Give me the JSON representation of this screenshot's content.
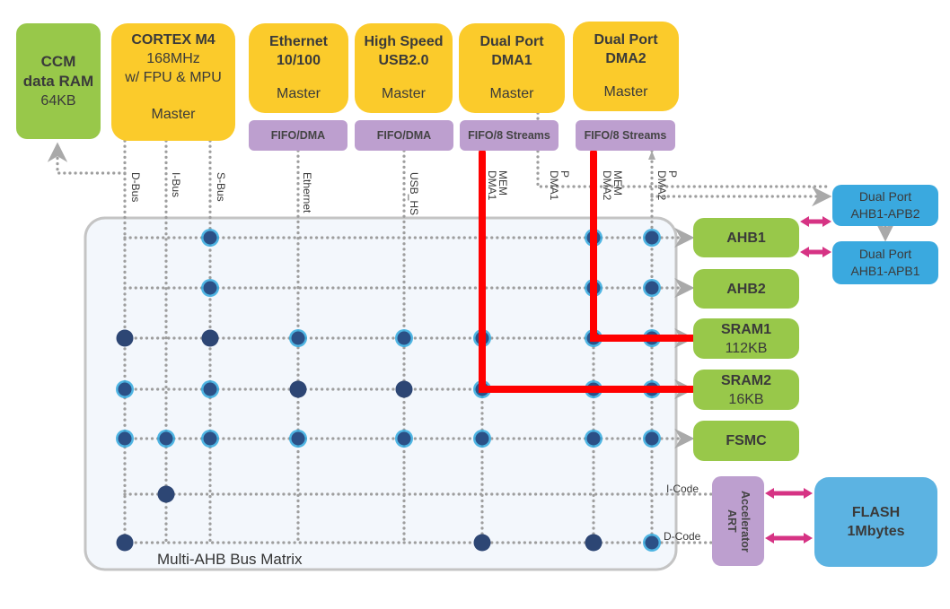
{
  "masters": {
    "ccm": {
      "line1": "CCM",
      "line2": "data RAM",
      "line3": "64KB"
    },
    "cortex": {
      "title": "CORTEX M4",
      "line2": "168MHz",
      "line3": "w/ FPU & MPU",
      "role": "Master"
    },
    "ethernet": {
      "title1": "Ethernet",
      "title2": "10/100",
      "role": "Master",
      "fifo": "FIFO/DMA"
    },
    "usb": {
      "title1": "High Speed",
      "title2": "USB2.0",
      "role": "Master",
      "fifo": "FIFO/DMA"
    },
    "dma1": {
      "title1": "Dual Port",
      "title2": "DMA1",
      "role": "Master",
      "fifo": "FIFO/8 Streams"
    },
    "dma2": {
      "title1": "Dual Port",
      "title2": "DMA2",
      "role": "Master",
      "fifo": "FIFO/8 Streams"
    }
  },
  "bus_labels": {
    "dbus": "D-Bus",
    "ibus": "I-Bus",
    "sbus": "S-Bus",
    "ethernet": "Ethernet",
    "usb_hs": "USB_HS",
    "mem_dma1": "MEM\nDMA1",
    "p_dma1": "P\nDMA1",
    "mem_dma2": "MEM\nDMA2",
    "p_dma2": "P\nDMA2",
    "icode": "I-Code",
    "dcode": "D-Code"
  },
  "matrix": {
    "title": "Multi-AHB Bus Matrix",
    "columns": [
      "D-Bus",
      "I-Bus",
      "S-Bus",
      "Ethernet",
      "USB_HS",
      "MEM DMA1",
      "MEM DMA2",
      "P DMA2"
    ],
    "rows": [
      "AHB1",
      "AHB2",
      "SRAM1",
      "SRAM2",
      "FSMC",
      "I-Code",
      "D-Code"
    ],
    "connections": [
      {
        "row": "AHB1",
        "col": "S-Bus",
        "style": "halo"
      },
      {
        "row": "AHB1",
        "col": "MEM DMA2",
        "style": "halo"
      },
      {
        "row": "AHB1",
        "col": "P DMA2",
        "style": "halo"
      },
      {
        "row": "AHB2",
        "col": "S-Bus",
        "style": "halo"
      },
      {
        "row": "AHB2",
        "col": "MEM DMA2",
        "style": "halo"
      },
      {
        "row": "AHB2",
        "col": "P DMA2",
        "style": "halo"
      },
      {
        "row": "SRAM1",
        "col": "D-Bus",
        "style": "solid"
      },
      {
        "row": "SRAM1",
        "col": "S-Bus",
        "style": "solid"
      },
      {
        "row": "SRAM1",
        "col": "Ethernet",
        "style": "halo"
      },
      {
        "row": "SRAM1",
        "col": "USB_HS",
        "style": "halo"
      },
      {
        "row": "SRAM1",
        "col": "MEM DMA1",
        "style": "halo"
      },
      {
        "row": "SRAM1",
        "col": "MEM DMA2",
        "style": "halo"
      },
      {
        "row": "SRAM1",
        "col": "P DMA2",
        "style": "halo"
      },
      {
        "row": "SRAM2",
        "col": "D-Bus",
        "style": "halo"
      },
      {
        "row": "SRAM2",
        "col": "S-Bus",
        "style": "halo"
      },
      {
        "row": "SRAM2",
        "col": "Ethernet",
        "style": "solid"
      },
      {
        "row": "SRAM2",
        "col": "USB_HS",
        "style": "solid"
      },
      {
        "row": "SRAM2",
        "col": "MEM DMA1",
        "style": "halo"
      },
      {
        "row": "SRAM2",
        "col": "MEM DMA2",
        "style": "halo"
      },
      {
        "row": "SRAM2",
        "col": "P DMA2",
        "style": "halo"
      },
      {
        "row": "FSMC",
        "col": "D-Bus",
        "style": "halo"
      },
      {
        "row": "FSMC",
        "col": "I-Bus",
        "style": "halo"
      },
      {
        "row": "FSMC",
        "col": "S-Bus",
        "style": "halo"
      },
      {
        "row": "FSMC",
        "col": "Ethernet",
        "style": "halo"
      },
      {
        "row": "FSMC",
        "col": "USB_HS",
        "style": "halo"
      },
      {
        "row": "FSMC",
        "col": "MEM DMA1",
        "style": "halo"
      },
      {
        "row": "FSMC",
        "col": "MEM DMA2",
        "style": "halo"
      },
      {
        "row": "FSMC",
        "col": "P DMA2",
        "style": "halo"
      },
      {
        "row": "I-Code",
        "col": "I-Bus",
        "style": "solid"
      },
      {
        "row": "D-Code",
        "col": "D-Bus",
        "style": "solid"
      },
      {
        "row": "D-Code",
        "col": "MEM DMA1",
        "style": "solid"
      },
      {
        "row": "D-Code",
        "col": "MEM DMA2",
        "style": "solid"
      },
      {
        "row": "D-Code",
        "col": "P DMA2",
        "style": "halo"
      }
    ],
    "highlighted_paths": [
      {
        "from": "MEM DMA1",
        "to": "SRAM2"
      },
      {
        "from": "MEM DMA2",
        "to": "SRAM1"
      }
    ]
  },
  "slaves": {
    "ahb1": {
      "label": "AHB1"
    },
    "ahb2": {
      "label": "AHB2"
    },
    "sram1": {
      "label": "SRAM1",
      "size": "112KB"
    },
    "sram2": {
      "label": "SRAM2",
      "size": "16KB"
    },
    "fsmc": {
      "label": "FSMC"
    },
    "apb2": {
      "line1": "Dual Port",
      "line2": "AHB1-APB2"
    },
    "apb1": {
      "line1": "Dual Port",
      "line2": "AHB1-APB1"
    },
    "art": {
      "line1": "Accelerator",
      "line2": "ART"
    },
    "flash": {
      "line1": "FLASH",
      "line2": "1Mbytes"
    }
  },
  "colors": {
    "master": "#fbcb2b",
    "memory": "#98c84a",
    "fifo": "#bd9fcf",
    "bridge": "#3aa9df",
    "flash": "#5cb3e2",
    "highlight": "#ff0000",
    "bidir_arrow": "#d63384",
    "node_solid": "#2d4674",
    "node_halo": "#31a9de"
  }
}
